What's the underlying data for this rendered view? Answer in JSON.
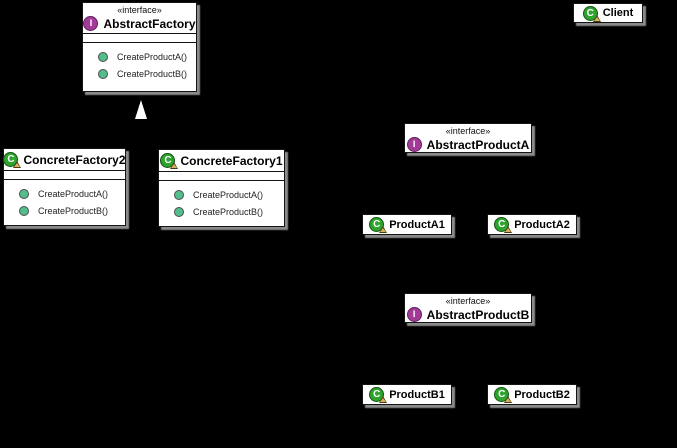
{
  "diagram": {
    "background_color": "#000000",
    "arrowhead": {
      "type": "hollow-triangle-up",
      "meaning": "generalization",
      "target": "AbstractFactory"
    }
  },
  "icons": {
    "interface_letter": "I",
    "class_letter": "C"
  },
  "colors": {
    "box_fill": "#FFFFFF",
    "box_border": "#141414",
    "shadow": "#8A8A8A",
    "interface_icon_fill": "#A33A97",
    "class_icon_fill": "#2EA32E",
    "class_icon_badge": "#D9B25F",
    "method_icon_fill": "#52BE8B",
    "arrowhead_fill": "#FFFFFF"
  },
  "classes": {
    "abstract_factory": {
      "stereotype": "«interface»",
      "name": "AbstractFactory",
      "methods": [
        "CreateProductA()",
        "CreateProductB()"
      ]
    },
    "client": {
      "name": "Client"
    },
    "concrete_factory2": {
      "name": "ConcreteFactory2",
      "methods": [
        "CreateProductA()",
        "CreateProductB()"
      ]
    },
    "concrete_factory1": {
      "name": "ConcreteFactory1",
      "methods": [
        "CreateProductA()",
        "CreateProductB()"
      ]
    },
    "abstract_product_a": {
      "stereotype": "«interface»",
      "name": "AbstractProductA"
    },
    "product_a1": {
      "name": "ProductA1"
    },
    "product_a2": {
      "name": "ProductA2"
    },
    "abstract_product_b": {
      "stereotype": "«interface»",
      "name": "AbstractProductB"
    },
    "product_b1": {
      "name": "ProductB1"
    },
    "product_b2": {
      "name": "ProductB2"
    }
  }
}
